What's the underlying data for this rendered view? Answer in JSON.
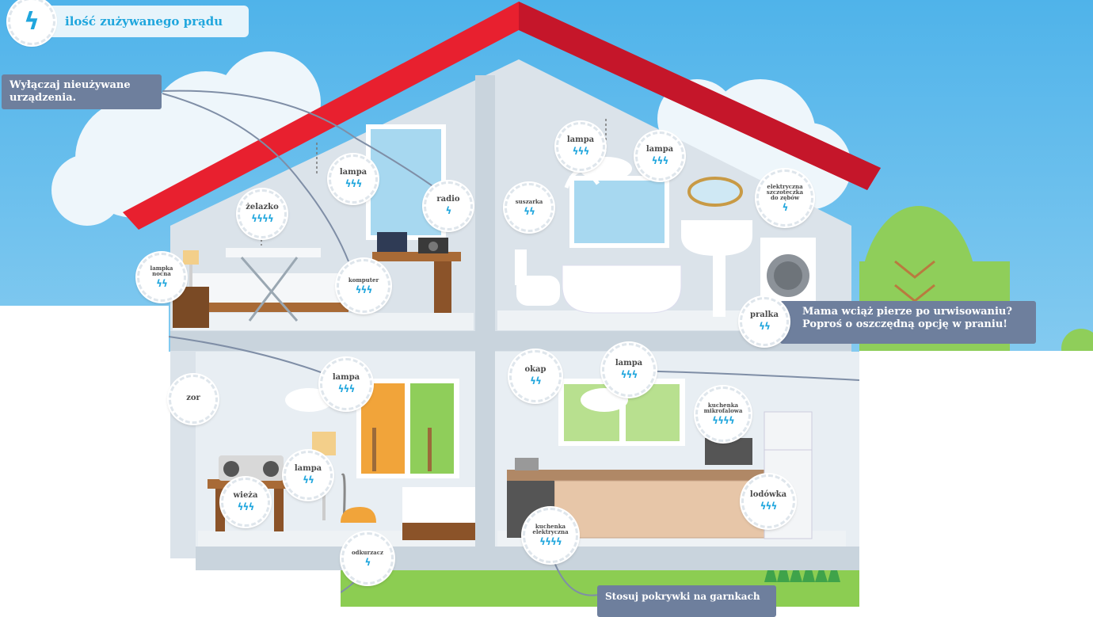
{
  "legend": {
    "icon": "lightning-bolt-icon",
    "label": "ilość zużywanego prądu"
  },
  "notes": {
    "unused_devices": "Wyłączaj nieużywane urządzenia.",
    "washing": "Mama wciąż pierze po urwisowaniu? Poproś o oszczędną opcję w praniu!",
    "lids": "Stosuj pokrywki na garnkach"
  },
  "badges": {
    "zelazko": {
      "label": "żelazko",
      "bolts": "ϟϟϟϟ"
    },
    "lampa_attic": {
      "label": "lampa",
      "bolts": "ϟϟϟ"
    },
    "radio": {
      "label": "radio",
      "bolts": "ϟ"
    },
    "lampka_nocna": {
      "label": "lampka nocna",
      "bolts": "ϟϟ"
    },
    "komputer": {
      "label": "komputer",
      "bolts": "ϟϟϟ"
    },
    "lampa_bath1": {
      "label": "lampa",
      "bolts": "ϟϟϟ"
    },
    "lampa_bath2": {
      "label": "lampa",
      "bolts": "ϟϟϟ"
    },
    "suszarka": {
      "label": "suszarka",
      "bolts": "ϟϟ"
    },
    "szczoteczka": {
      "label": "elektryczna szczoteczka do zębów",
      "bolts": "ϟ"
    },
    "pralka": {
      "label": "pralka",
      "bolts": "ϟϟ"
    },
    "lampa_living": {
      "label": "lampa",
      "bolts": "ϟϟϟ"
    },
    "tv": {
      "label": "zor",
      "bolts": ""
    },
    "lampa_living2": {
      "label": "lampa",
      "bolts": "ϟϟ"
    },
    "wieza": {
      "label": "wieża",
      "bolts": "ϟϟϟ"
    },
    "odkurzacz": {
      "label": "odkurzacz",
      "bolts": "ϟ"
    },
    "okap": {
      "label": "okap",
      "bolts": "ϟϟ"
    },
    "lampa_kitchen": {
      "label": "lampa",
      "bolts": "ϟϟϟ"
    },
    "mikrofalowa": {
      "label": "kuchenka mikrofalowa",
      "bolts": "ϟϟϟϟ"
    },
    "lodowka": {
      "label": "lodówka",
      "bolts": "ϟϟϟ"
    },
    "kuchenka": {
      "label": "kuchenka elektryczna",
      "bolts": "ϟϟϟϟ"
    }
  },
  "colors": {
    "sky": "#7cc6ee",
    "roof": "#e8202f",
    "wall": "#dde5ec",
    "accent": "#20a6dd",
    "note": "#6e7f9d"
  }
}
